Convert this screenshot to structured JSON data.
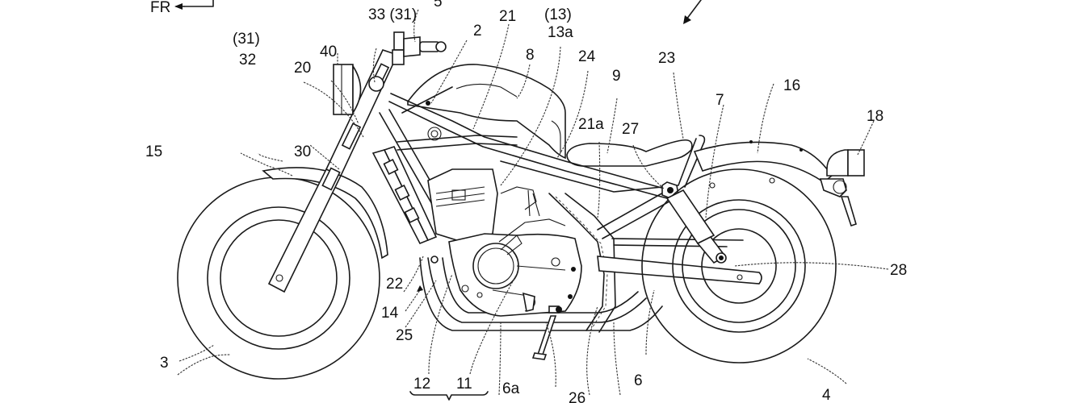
{
  "figure": {
    "subject": "motorcycle side view (patent drawing)",
    "direction_indicator": {
      "label": "FR",
      "icon": "arrow-left-icon"
    },
    "view_arrow": {
      "icon": "arrow-down-left-icon"
    }
  },
  "labels": {
    "l2": "2",
    "l3": "3",
    "l4": "4",
    "l5": "5",
    "l6": "6",
    "l6a": "6a",
    "l7": "7",
    "l8": "8",
    "l9": "9",
    "l11": "11",
    "l12": "12",
    "l13": "(13)",
    "l13a": "13a",
    "l14": "14",
    "l15": "15",
    "l16": "16",
    "l18": "18",
    "l20": "20",
    "l21": "21",
    "l21a": "21a",
    "l22": "22",
    "l23": "23",
    "l24": "24",
    "l25": "25",
    "l26": "26",
    "l27": "27",
    "l28": "28",
    "l30": "30",
    "l31": "(31)",
    "l32": "32",
    "l33": "33 (31)",
    "l40": "40"
  },
  "components": [
    {
      "ref": "3",
      "name": "front wheel"
    },
    {
      "ref": "4",
      "name": "rear wheel"
    },
    {
      "ref": "15",
      "name": "front fender"
    },
    {
      "ref": "16",
      "name": "rear fender"
    },
    {
      "ref": "18",
      "name": "tail light"
    },
    {
      "ref": "40",
      "name": "headlight"
    },
    {
      "ref": "8",
      "name": "fuel tank"
    },
    {
      "ref": "9",
      "name": "seat"
    },
    {
      "ref": "7",
      "name": "rear cushion"
    },
    {
      "ref": "6",
      "name": "swing arm"
    },
    {
      "ref": "30",
      "name": "front fork"
    }
  ]
}
